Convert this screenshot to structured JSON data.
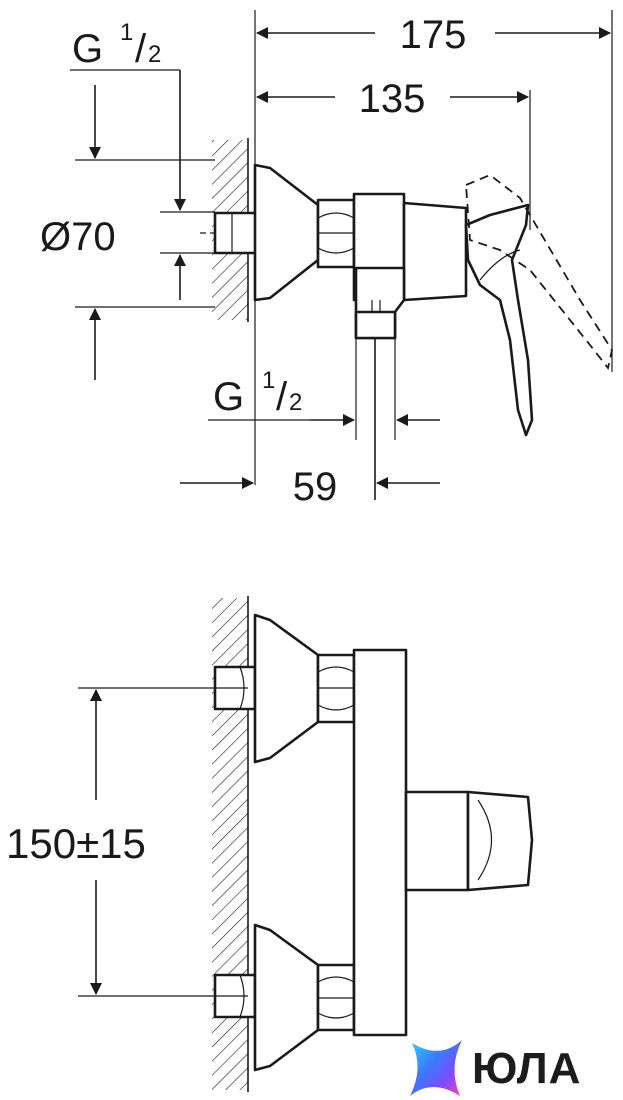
{
  "dimensions": {
    "total_depth": "175",
    "body_depth": "135",
    "diameter": "Ø70",
    "thread_top": "G",
    "thread_fraction_num": "1",
    "thread_fraction_den": "2",
    "outlet_offset": "59",
    "center_distance": "150±15"
  },
  "brand": {
    "name": "ЮЛА",
    "colors": [
      "#3a7bff",
      "#7b4bff",
      "#ff3fa8",
      "#2fd3ff"
    ]
  }
}
